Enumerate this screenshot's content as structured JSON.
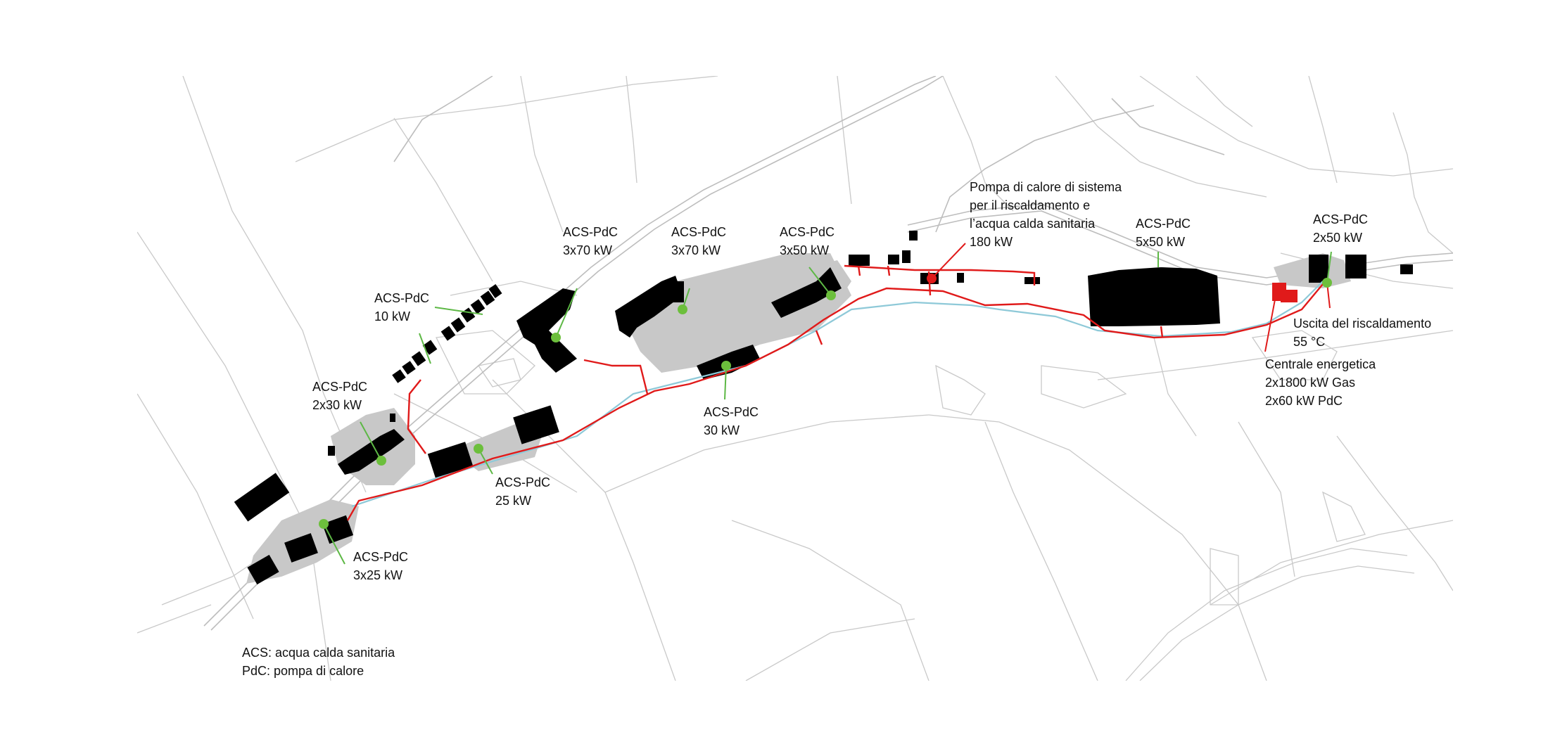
{
  "colors": {
    "heating_network": "#e01a1a",
    "water_line": "#8ec9d8",
    "heat_pump_point": "#6cbf3c",
    "buildings": "#000000",
    "site_area": "#c8c8c8",
    "background_lines": "#c9c9c9"
  },
  "labels": {
    "pdc_10": [
      "ACS-PdC",
      "10 kW"
    ],
    "pdc_2x30": [
      "ACS-PdC",
      "2x30 kW"
    ],
    "pdc_3x25": [
      "ACS-PdC",
      "3x25 kW"
    ],
    "pdc_25": [
      "ACS-PdC",
      "25 kW"
    ],
    "pdc_3x70_a": [
      "ACS-PdC",
      "3x70 kW"
    ],
    "pdc_3x70_b": [
      "ACS-PdC",
      "3x70 kW"
    ],
    "pdc_30": [
      "ACS-PdC",
      "30 kW"
    ],
    "pdc_3x50": [
      "ACS-PdC",
      "3x50 kW"
    ],
    "system_hp": [
      "Pompa di calore di sistema",
      "per il riscaldamento e",
      "l’acqua calda sanitaria",
      "180 kW"
    ],
    "pdc_5x50": [
      "ACS-PdC",
      "5x50 kW"
    ],
    "pdc_2x50": [
      "ACS-PdC",
      "2x50 kW"
    ],
    "heating_output": [
      "Uscita del riscaldamento",
      "55 °C"
    ],
    "energy_center": [
      "Centrale energetica",
      "2x1800 kW Gas",
      "2x60 kW PdC"
    ]
  },
  "legend": {
    "acs": "ACS: acqua calda sanitaria",
    "pdc": "PdC: pompa di calore"
  }
}
